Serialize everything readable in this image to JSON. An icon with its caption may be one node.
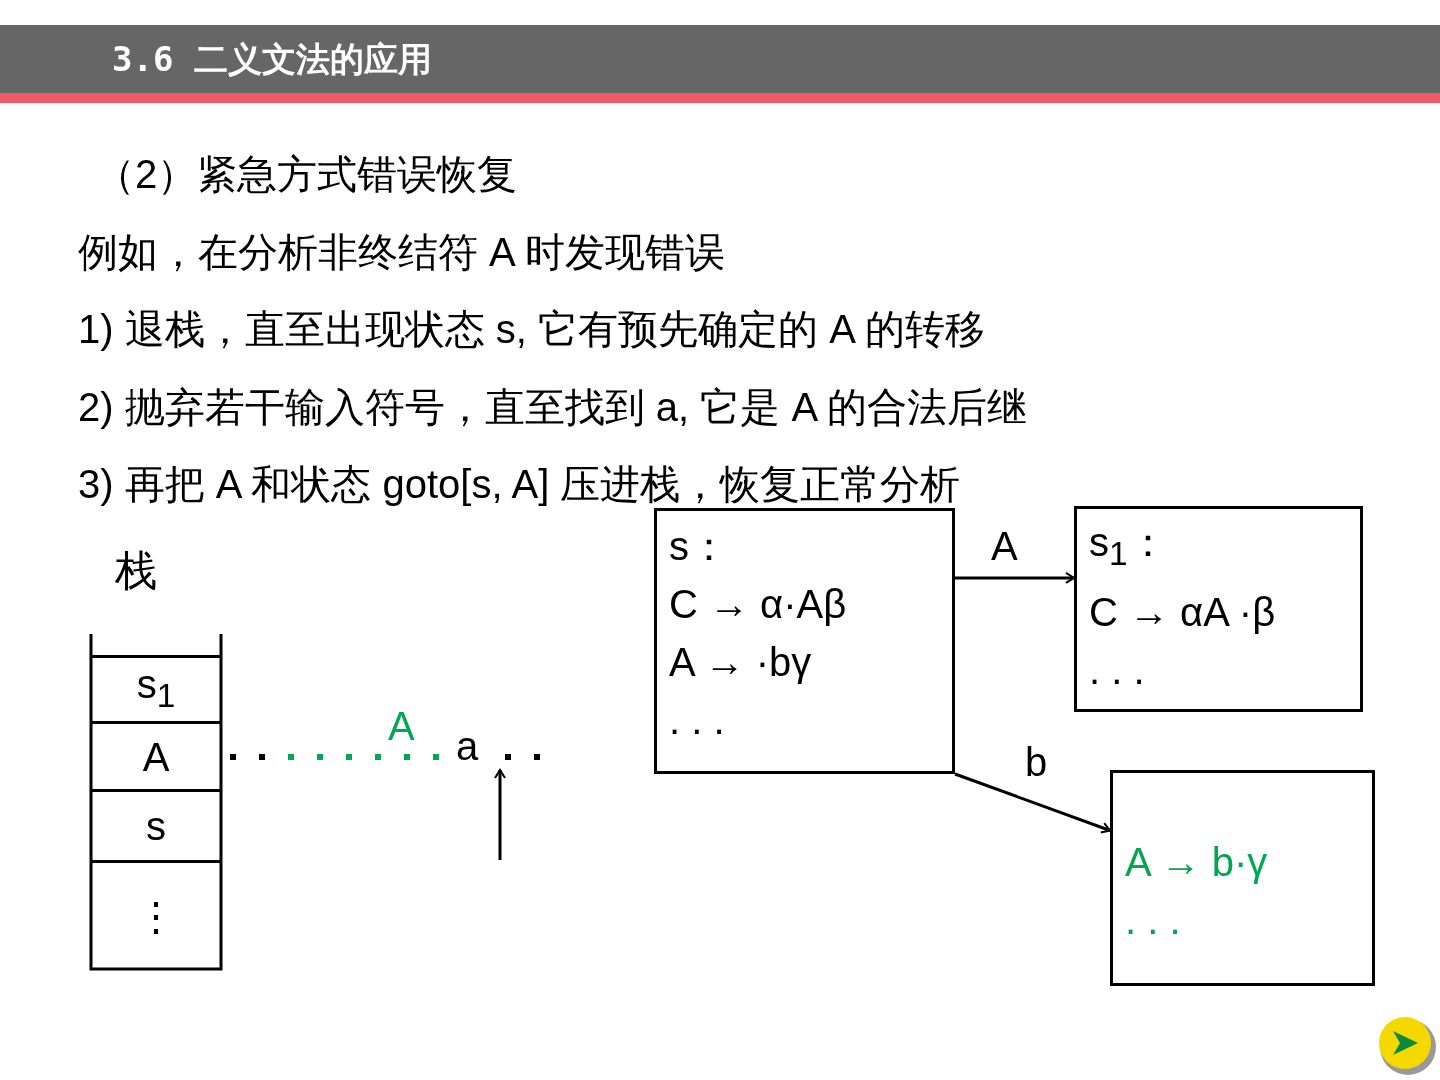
{
  "diagram": {
    "title": "3.6 二义文法的应用",
    "nodes": [
      {
        "text": [
          "s：",
          "C → α·Aβ",
          "A → ·bγ",
          ". . ."
        ]
      },
      {
        "text": [
          "s$_{1}$：",
          "C → αA ·β",
          ". . ."
        ]
      },
      {
        "text": [
          "A → b·γ",
          ". . ."
        ]
      },
      {
        "text": [
          "s$_{1}$"
        ]
      },
      {
        "text": [
          "A"
        ]
      },
      {
        "text": [
          "s"
        ]
      },
      {
        "text": [
          "⋮"
        ]
      }
    ],
    "edges": [
      {
        "from": 0,
        "to": 1,
        "arrow": "to",
        "label": "A"
      },
      {
        "from": 0,
        "to": 2,
        "arrow": "to",
        "label": "b"
      }
    ],
    "labels": [
      "（2）紧急方式错误恢复",
      "例如，在分析非终结符 A 时发现错误",
      "1) 退栈，直至出现状态 s, 它有预先确定的 A 的转移",
      "2) 抛弃若干输入符号，直至找到 a, 它是 A 的合法后继",
      "3) 再把 A 和状态 goto[s, A] 压进栈，恢复正常分析",
      "栈",
      "A",
      "a"
    ]
  }
}
